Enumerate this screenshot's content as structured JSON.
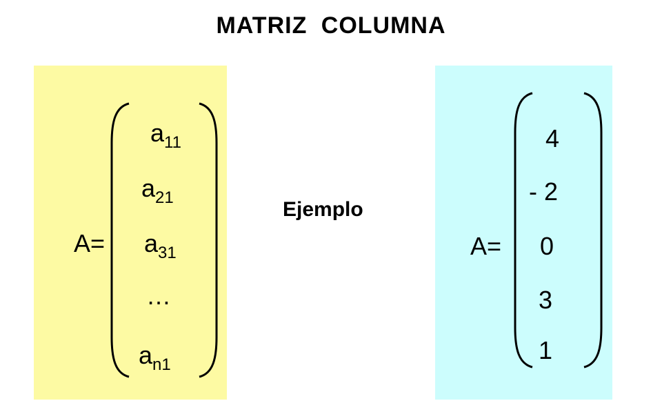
{
  "title": "MATRIZ  COLUMNA",
  "middle_label": "Ejemplo",
  "colors": {
    "generic_panel_bg": "#fdfaa3",
    "example_panel_bg": "#ccfdfd",
    "text": "#000000"
  },
  "generic": {
    "lhs": "A=",
    "entries": [
      {
        "base": "a",
        "sub": "11"
      },
      {
        "base": "a",
        "sub": "21"
      },
      {
        "base": "a",
        "sub": "31"
      },
      {
        "base": "…",
        "sub": ""
      },
      {
        "base": "a",
        "sub": "n1"
      }
    ]
  },
  "example": {
    "lhs": "A=",
    "entries": [
      "4",
      "- 2",
      "0",
      "3",
      "1"
    ]
  }
}
